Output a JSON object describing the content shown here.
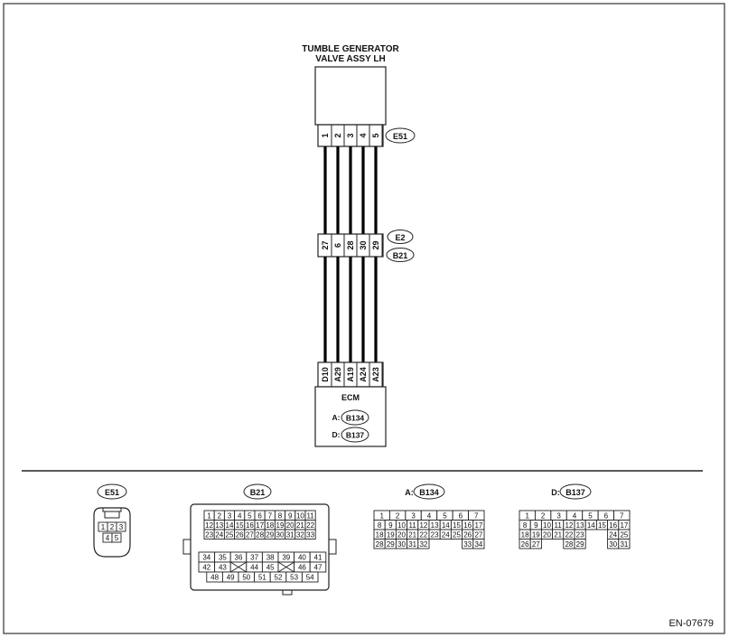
{
  "diagram": {
    "valve_title_line1": "TUMBLE GENERATOR",
    "valve_title_line2": "VALVE ASSY LH",
    "valve_pins": [
      "1",
      "2",
      "3",
      "4",
      "5"
    ],
    "valve_connector": "E51",
    "mid_pins": [
      "27",
      "6",
      "28",
      "30",
      "29"
    ],
    "mid_connector_top": "E2",
    "mid_connector_bottom": "B21",
    "ecm_pins": [
      "D10",
      "A29",
      "A19",
      "A24",
      "A23"
    ],
    "ecm_title": "ECM",
    "ecm_conn_a_prefix": "A:",
    "ecm_conn_a": "B134",
    "ecm_conn_d_prefix": "D:",
    "ecm_conn_d": "B137"
  },
  "connectors": {
    "e51": {
      "label": "E51",
      "rows": [
        [
          "1",
          "2",
          "3"
        ],
        [
          "4",
          "5"
        ]
      ]
    },
    "b21": {
      "label": "B21",
      "upper_rows": [
        [
          "1",
          "2",
          "3",
          "4",
          "5",
          "6",
          "7",
          "8",
          "9",
          "10",
          "11"
        ],
        [
          "12",
          "13",
          "14",
          "15",
          "16",
          "17",
          "18",
          "19",
          "20",
          "21",
          "22"
        ],
        [
          "23",
          "24",
          "25",
          "26",
          "27",
          "28",
          "29",
          "30",
          "31",
          "32",
          "33"
        ]
      ],
      "lower_rows": [
        [
          "34",
          "35",
          "36",
          "37",
          "38",
          "39",
          "40",
          "41"
        ],
        [
          "42",
          "43",
          "",
          "44",
          "45",
          "",
          "46",
          "47"
        ],
        [
          "48",
          "49",
          "50",
          "51",
          "52",
          "53",
          "54"
        ]
      ]
    },
    "b134": {
      "prefix": "A:",
      "label": "B134",
      "top_row": [
        "1",
        "2",
        "3",
        "4",
        "5",
        "6",
        "7"
      ],
      "rows": [
        [
          "8",
          "9",
          "10",
          "11",
          "12",
          "13",
          "14",
          "15",
          "16",
          "17"
        ],
        [
          "18",
          "19",
          "20",
          "21",
          "22",
          "23",
          "24",
          "25",
          "26",
          "27"
        ],
        [
          "28",
          "29",
          "30",
          "31",
          "32",
          "",
          "",
          "",
          "33",
          "34"
        ]
      ]
    },
    "b137": {
      "prefix": "D:",
      "label": "B137",
      "top_row": [
        "1",
        "2",
        "3",
        "4",
        "5",
        "6",
        "7"
      ],
      "rows": [
        [
          "8",
          "9",
          "10",
          "11",
          "12",
          "13",
          "14",
          "15",
          "16",
          "17"
        ],
        [
          "18",
          "19",
          "20",
          "21",
          "22",
          "23",
          "",
          "",
          "24",
          "25"
        ],
        [
          "26",
          "27",
          "",
          "",
          "28",
          "29",
          "",
          "",
          "30",
          "31"
        ]
      ]
    }
  },
  "footer": {
    "code": "EN-07679"
  }
}
